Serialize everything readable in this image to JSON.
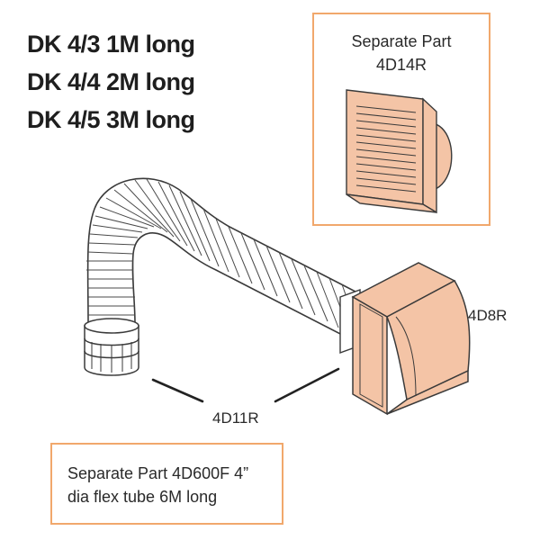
{
  "titles": [
    "DK 4/3 1M long",
    "DK 4/4 2M long",
    "DK 4/5 3M long"
  ],
  "separate_part_box": {
    "line1": "Separate Part",
    "line2": "4D14R"
  },
  "flex_tube_box": {
    "line1": "Separate Part 4D600F 4”",
    "line2": "dia flex tube 6M long"
  },
  "labels": {
    "cowl": "4D8R",
    "connector": "4D11R"
  },
  "colors": {
    "box_border": "#f1a86c",
    "part_fill": "#f4c4a6",
    "outline": "#3a3a3a"
  },
  "icons": [
    "louvred-grille-icon",
    "hooded-cowl-icon",
    "flex-duct-icon",
    "duct-connector-icon"
  ]
}
